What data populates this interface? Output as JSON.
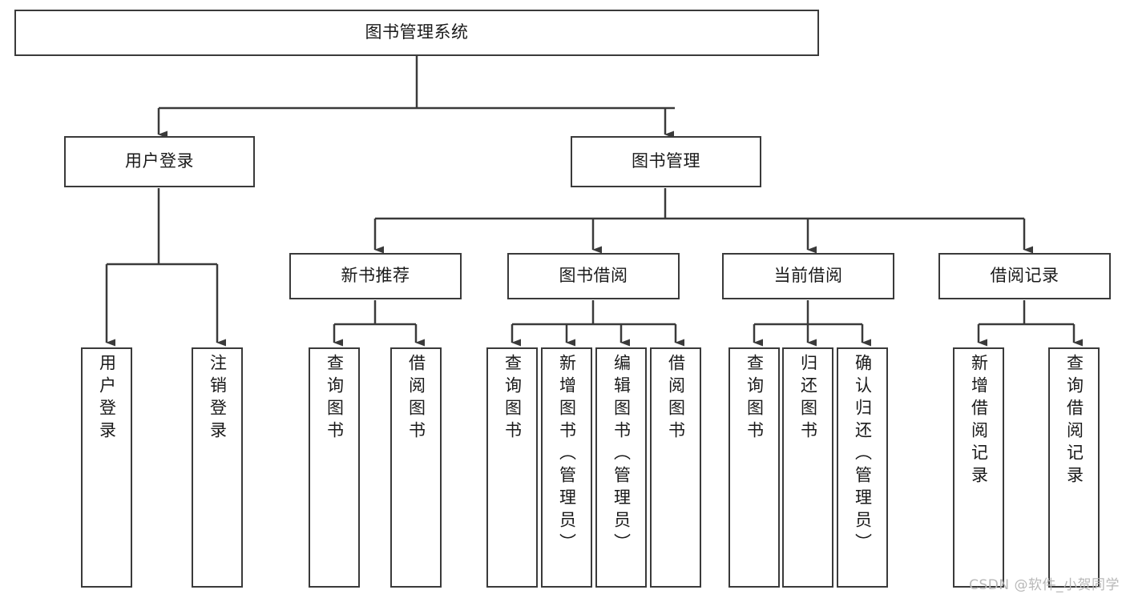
{
  "diagram": {
    "type": "tree-hierarchy-diagram",
    "title": "图书管理系统",
    "line_color": "#3a3a3a",
    "box_fill": "#ffffff",
    "text_color": "#1a1a1a",
    "nodes": {
      "root": {
        "label": "图书管理系统",
        "level": 0,
        "orientation": "horizontal"
      },
      "user_login": {
        "label": "用户登录",
        "level": 1,
        "orientation": "horizontal"
      },
      "book_manage": {
        "label": "图书管理",
        "level": 1,
        "orientation": "horizontal"
      },
      "new_book_rec": {
        "label": "新书推荐",
        "level": 2,
        "orientation": "horizontal"
      },
      "book_borrow": {
        "label": "图书借阅",
        "level": 2,
        "orientation": "horizontal"
      },
      "current_borrow": {
        "label": "当前借阅",
        "level": 2,
        "orientation": "horizontal"
      },
      "borrow_record": {
        "label": "借阅记录",
        "level": 2,
        "orientation": "horizontal"
      },
      "leaf_user_login": {
        "label": "用户登录",
        "level": 3,
        "orientation": "vertical"
      },
      "leaf_logout": {
        "label": "注销登录",
        "level": 3,
        "orientation": "vertical"
      },
      "leaf_query_book_1": {
        "label": "查询图书",
        "level": 3,
        "orientation": "vertical"
      },
      "leaf_borrow_book_1": {
        "label": "借阅图书",
        "level": 3,
        "orientation": "vertical"
      },
      "leaf_query_book_2": {
        "label": "查询图书",
        "level": 3,
        "orientation": "vertical"
      },
      "leaf_add_book": {
        "label": "新增图书（管理员）",
        "level": 3,
        "orientation": "vertical"
      },
      "leaf_edit_book": {
        "label": "编辑图书（管理员）",
        "level": 3,
        "orientation": "vertical"
      },
      "leaf_borrow_book_2": {
        "label": "借阅图书",
        "level": 3,
        "orientation": "vertical"
      },
      "leaf_query_book_3": {
        "label": "查询图书",
        "level": 3,
        "orientation": "vertical"
      },
      "leaf_return_book": {
        "label": "归还图书",
        "level": 3,
        "orientation": "vertical"
      },
      "leaf_confirm_return": {
        "label": "确认归还（管理员）",
        "level": 3,
        "orientation": "vertical"
      },
      "leaf_add_record": {
        "label": "新增借阅记录",
        "level": 3,
        "orientation": "vertical"
      },
      "leaf_query_record": {
        "label": "查询借阅记录",
        "level": 3,
        "orientation": "vertical"
      }
    },
    "edges": [
      {
        "from": "root",
        "to": "user_login"
      },
      {
        "from": "root",
        "to": "book_manage"
      },
      {
        "from": "user_login",
        "to": "leaf_user_login"
      },
      {
        "from": "user_login",
        "to": "leaf_logout"
      },
      {
        "from": "book_manage",
        "to": "new_book_rec"
      },
      {
        "from": "book_manage",
        "to": "book_borrow"
      },
      {
        "from": "book_manage",
        "to": "current_borrow"
      },
      {
        "from": "book_manage",
        "to": "borrow_record"
      },
      {
        "from": "new_book_rec",
        "to": "leaf_query_book_1"
      },
      {
        "from": "new_book_rec",
        "to": "leaf_borrow_book_1"
      },
      {
        "from": "book_borrow",
        "to": "leaf_query_book_2"
      },
      {
        "from": "book_borrow",
        "to": "leaf_add_book"
      },
      {
        "from": "book_borrow",
        "to": "leaf_edit_book"
      },
      {
        "from": "book_borrow",
        "to": "leaf_borrow_book_2"
      },
      {
        "from": "current_borrow",
        "to": "leaf_query_book_3"
      },
      {
        "from": "current_borrow",
        "to": "leaf_return_book"
      },
      {
        "from": "current_borrow",
        "to": "leaf_confirm_return"
      },
      {
        "from": "borrow_record",
        "to": "leaf_add_record"
      },
      {
        "from": "borrow_record",
        "to": "leaf_query_record"
      }
    ]
  },
  "watermark": {
    "text": "CSDN @软件_小贺同学"
  }
}
